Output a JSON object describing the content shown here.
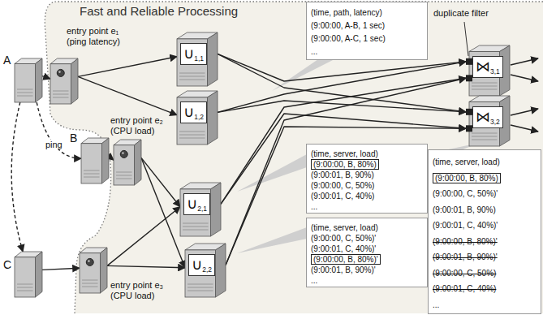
{
  "diagram": {
    "nodes": [
      {
        "text": [
          "Fast and Reliable Processing"
        ]
      },
      {
        "text": [
          "A"
        ]
      },
      {
        "text": [
          "B"
        ]
      },
      {
        "text": [
          "C"
        ]
      },
      {
        "text": [
          "entry point e₁",
          "(ping latency)"
        ],
        "in": 0
      },
      {
        "text": [
          "entry point e₂",
          "(CPU load)"
        ],
        "in": 0
      },
      {
        "text": [
          "entry point e₃",
          "(CPU load)"
        ],
        "in": 0
      },
      {
        "text": [
          "∪",
          "1,1"
        ],
        "in": 0
      },
      {
        "text": [
          "∪",
          "1,2"
        ],
        "in": 0
      },
      {
        "text": [
          "∪",
          "2,1"
        ],
        "in": 0
      },
      {
        "text": [
          "∪",
          "2,2"
        ],
        "in": 0
      },
      {
        "text": [
          "⋈",
          "3,1"
        ],
        "in": 0
      },
      {
        "text": [
          "⋈",
          "3,2"
        ],
        "in": 0
      },
      {
        "text": [
          "(time, path, latency)",
          "(9:00:00, A-B, 1 sec)",
          "(9:00:00, A-C, 1 sec)",
          "..."
        ],
        "in": 0
      },
      {
        "text": [
          "(time, server, load)",
          "(9:00:00, B, 80%)",
          "(9:00:01, B, 90%)",
          "(9:00:00, C, 50%)",
          "(9:00:01, C, 40%)",
          "..."
        ],
        "in": 0
      },
      {
        "text": [
          "(time, server, load)",
          "(9:00:00, C, 50%)'",
          "(9:00:01, C, 40%)'",
          "(9:00:00, B, 80%)'",
          "(9:00:01, B, 90%)'",
          "..."
        ],
        "in": 0
      },
      {
        "text": [
          "(time, server, load)",
          "(9:00:00, B, 80%)",
          "(9:00:00, C, 50%)'",
          "(9:00:01, B, 90%)",
          "(9:00:01, C, 40%)'",
          "(9:00:00, B, 80%)'",
          "(9:00:01, B, 90%)'",
          "(9:00:00, C, 50%)",
          "(9:00:01, C, 40%)",
          "..."
        ],
        "in": 0
      }
    ],
    "edges": [
      {
        "from": 1,
        "to": 2,
        "arrow": "to",
        "label": "ping"
      },
      {
        "from": 1,
        "to": 3,
        "arrow": "to"
      },
      {
        "from": 1,
        "to": 4,
        "arrow": "to"
      },
      {
        "from": 2,
        "to": 5,
        "arrow": "to"
      },
      {
        "from": 3,
        "to": 6,
        "arrow": "to"
      },
      {
        "from": 4,
        "to": 7,
        "arrow": "to"
      },
      {
        "from": 4,
        "to": 8,
        "arrow": "to"
      },
      {
        "from": 5,
        "to": 9,
        "arrow": "to"
      },
      {
        "from": 5,
        "to": 10,
        "arrow": "to"
      },
      {
        "from": 6,
        "to": 9,
        "arrow": "to"
      },
      {
        "from": 6,
        "to": 10,
        "arrow": "to"
      },
      {
        "from": 7,
        "to": 11,
        "arrow": "to"
      },
      {
        "from": 7,
        "to": 12,
        "arrow": "to"
      },
      {
        "from": 8,
        "to": 11,
        "arrow": "to"
      },
      {
        "from": 8,
        "to": 12,
        "arrow": "to"
      },
      {
        "from": 9,
        "to": 11,
        "arrow": "to"
      },
      {
        "from": 9,
        "to": 12,
        "arrow": "to"
      },
      {
        "from": 10,
        "to": 11,
        "arrow": "to"
      },
      {
        "from": 10,
        "to": 12,
        "arrow": "to"
      }
    ],
    "labels": [
      "duplicate filter"
    ]
  }
}
